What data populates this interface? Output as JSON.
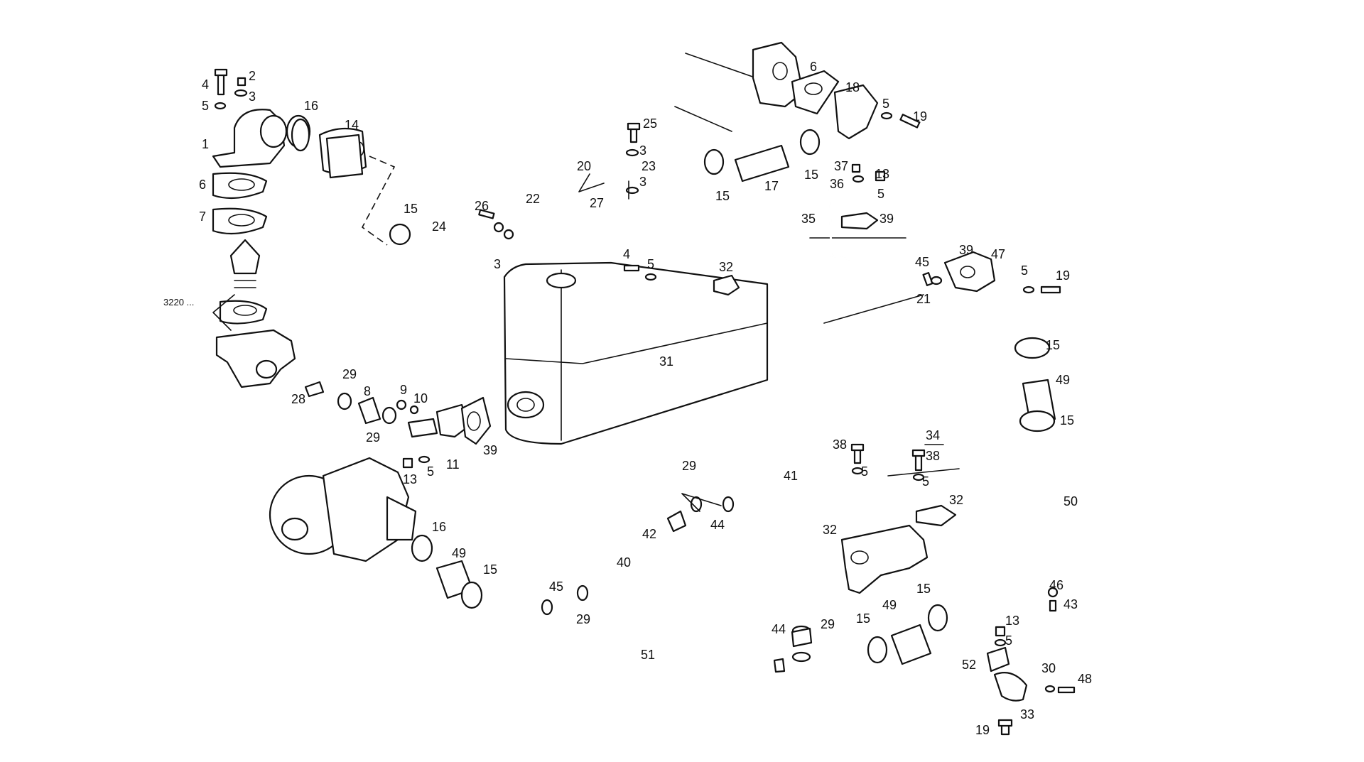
{
  "diagram": {
    "callouts": [
      {
        "id": "c-4a",
        "text": "4"
      },
      {
        "id": "c-2",
        "text": "2"
      },
      {
        "id": "c-3a",
        "text": "3"
      },
      {
        "id": "c-5a",
        "text": "5"
      },
      {
        "id": "c-16a",
        "text": "16"
      },
      {
        "id": "c-14",
        "text": "14"
      },
      {
        "id": "c-1",
        "text": "1"
      },
      {
        "id": "c-6a",
        "text": "6"
      },
      {
        "id": "c-7",
        "text": "7"
      },
      {
        "id": "c-3220",
        "text": "3220 ..."
      },
      {
        "id": "c-15a",
        "text": "15"
      },
      {
        "id": "c-24",
        "text": "24"
      },
      {
        "id": "c-3b",
        "text": "3"
      },
      {
        "id": "c-26",
        "text": "26"
      },
      {
        "id": "c-22",
        "text": "22"
      },
      {
        "id": "c-20",
        "text": "20"
      },
      {
        "id": "c-27",
        "text": "27"
      },
      {
        "id": "c-25",
        "text": "25"
      },
      {
        "id": "c-3c",
        "text": "3"
      },
      {
        "id": "c-23",
        "text": "23"
      },
      {
        "id": "c-3d",
        "text": "3"
      },
      {
        "id": "c-15b",
        "text": "15"
      },
      {
        "id": "c-17",
        "text": "17"
      },
      {
        "id": "c-15c",
        "text": "15"
      },
      {
        "id": "c-6b",
        "text": "6"
      },
      {
        "id": "c-18",
        "text": "18"
      },
      {
        "id": "c-5b",
        "text": "5"
      },
      {
        "id": "c-19a",
        "text": "19"
      },
      {
        "id": "c-37",
        "text": "37"
      },
      {
        "id": "c-13a",
        "text": "13"
      },
      {
        "id": "c-36",
        "text": "36"
      },
      {
        "id": "c-5c",
        "text": "5"
      },
      {
        "id": "c-35",
        "text": "35"
      },
      {
        "id": "c-39a",
        "text": "39"
      },
      {
        "id": "c-4b",
        "text": "4"
      },
      {
        "id": "c-5d",
        "text": "5"
      },
      {
        "id": "c-32a",
        "text": "32"
      },
      {
        "id": "c-45a",
        "text": "45"
      },
      {
        "id": "c-21",
        "text": "21"
      },
      {
        "id": "c-39b",
        "text": "39"
      },
      {
        "id": "c-47",
        "text": "47"
      },
      {
        "id": "c-5e",
        "text": "5"
      },
      {
        "id": "c-19b",
        "text": "19"
      },
      {
        "id": "c-15d",
        "text": "15"
      },
      {
        "id": "c-49a",
        "text": "49"
      },
      {
        "id": "c-15e",
        "text": "15"
      },
      {
        "id": "c-31",
        "text": "31"
      },
      {
        "id": "c-28",
        "text": "28"
      },
      {
        "id": "c-29a",
        "text": "29"
      },
      {
        "id": "c-8",
        "text": "8"
      },
      {
        "id": "c-9",
        "text": "9"
      },
      {
        "id": "c-10",
        "text": "10"
      },
      {
        "id": "c-29b",
        "text": "29"
      },
      {
        "id": "c-11",
        "text": "11"
      },
      {
        "id": "c-39c",
        "text": "39"
      },
      {
        "id": "c-13b",
        "text": "13"
      },
      {
        "id": "c-5f",
        "text": "5"
      },
      {
        "id": "c-16b",
        "text": "16"
      },
      {
        "id": "c-49b",
        "text": "49"
      },
      {
        "id": "c-15f",
        "text": "15"
      },
      {
        "id": "c-38a",
        "text": "38"
      },
      {
        "id": "c-5g",
        "text": "5"
      },
      {
        "id": "c-34",
        "text": "34"
      },
      {
        "id": "c-38b",
        "text": "38"
      },
      {
        "id": "c-5h",
        "text": "5"
      },
      {
        "id": "c-29c",
        "text": "29"
      },
      {
        "id": "c-41",
        "text": "41"
      },
      {
        "id": "c-32b",
        "text": "32"
      },
      {
        "id": "c-42",
        "text": "42"
      },
      {
        "id": "c-44a",
        "text": "44"
      },
      {
        "id": "c-32c",
        "text": "32"
      },
      {
        "id": "c-50",
        "text": "50"
      },
      {
        "id": "c-40",
        "text": "40"
      },
      {
        "id": "c-45b",
        "text": "45"
      },
      {
        "id": "c-29d",
        "text": "29"
      },
      {
        "id": "c-51",
        "text": "51"
      },
      {
        "id": "c-44b",
        "text": "44"
      },
      {
        "id": "c-29e",
        "text": "29"
      },
      {
        "id": "c-15g",
        "text": "15"
      },
      {
        "id": "c-49c",
        "text": "49"
      },
      {
        "id": "c-15h",
        "text": "15"
      },
      {
        "id": "c-46",
        "text": "46"
      },
      {
        "id": "c-43",
        "text": "43"
      },
      {
        "id": "c-13c",
        "text": "13"
      },
      {
        "id": "c-5i",
        "text": "5"
      },
      {
        "id": "c-52",
        "text": "52"
      },
      {
        "id": "c-30",
        "text": "30"
      },
      {
        "id": "c-48",
        "text": "48"
      },
      {
        "id": "c-33",
        "text": "33"
      },
      {
        "id": "c-19c",
        "text": "19"
      }
    ]
  }
}
